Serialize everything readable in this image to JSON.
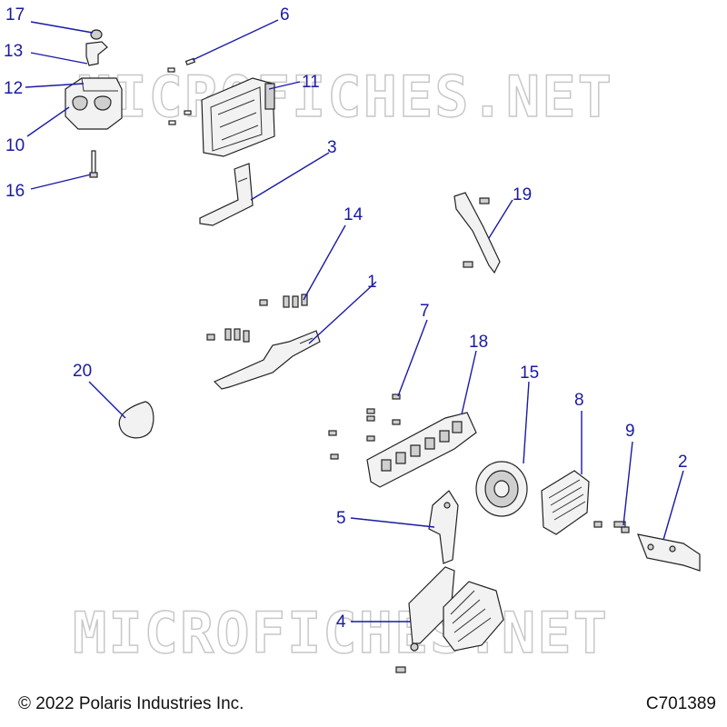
{
  "watermark": "MICROFICHES.NET",
  "footer": {
    "copyright": "© 2022 Polaris Industries Inc.",
    "diagram_code": "C701389"
  },
  "callouts": [
    "1",
    "2",
    "3",
    "4",
    "5",
    "6",
    "7",
    "8",
    "9",
    "10",
    "11",
    "12",
    "13",
    "14",
    "15",
    "16",
    "17",
    "18",
    "19",
    "20"
  ],
  "colors": {
    "callout": "#1a1aa6",
    "watermark": "#c8c8c8"
  }
}
